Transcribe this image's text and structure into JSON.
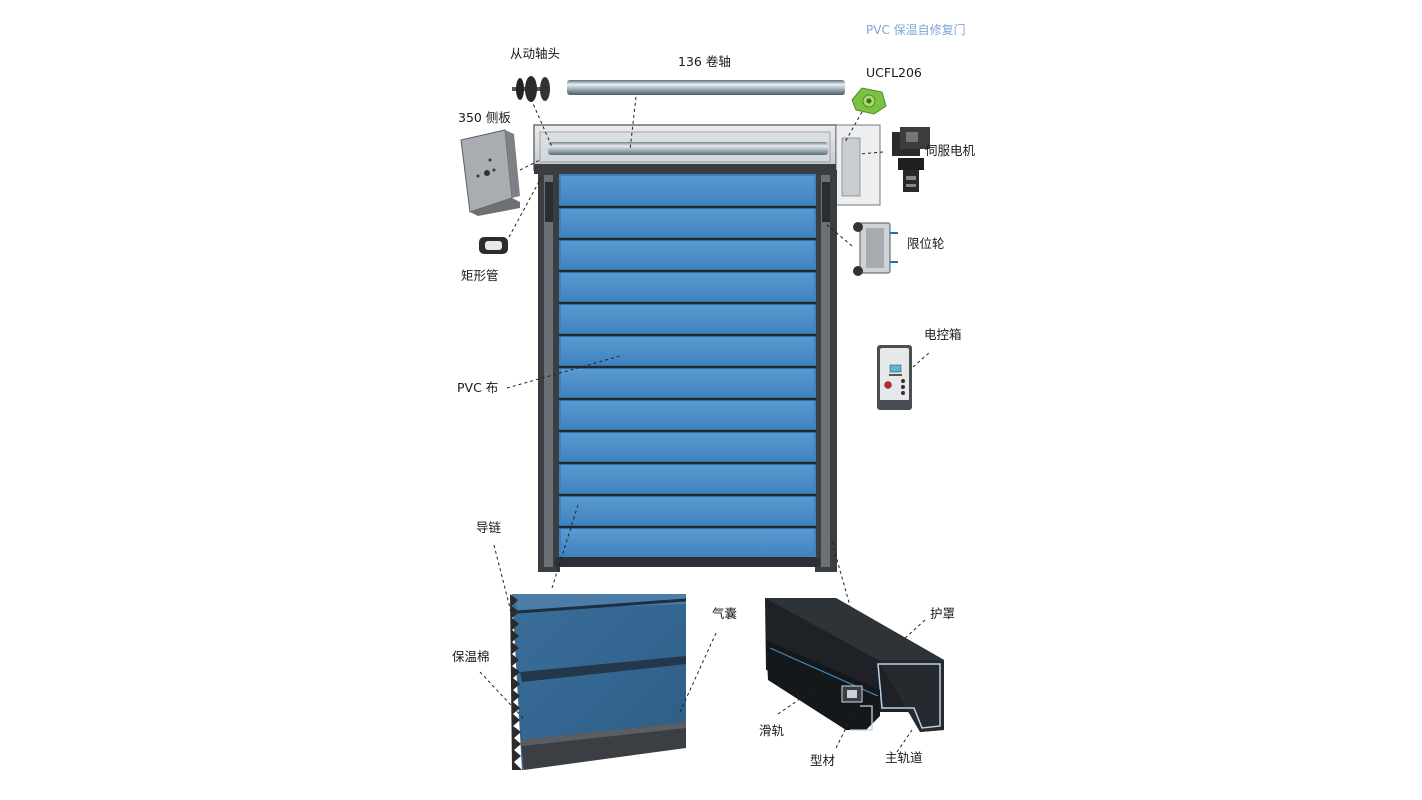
{
  "title": "PVC 保温自修复门",
  "labels": {
    "driven_shaft_head": "从动轴头",
    "roller_shaft": "136 卷轴",
    "bearing": "UCFL206",
    "side_plate": "350 侧板",
    "servo_motor": "伺服电机",
    "limit_wheel": "限位轮",
    "rect_tube": "矩形管",
    "control_box": "电控箱",
    "pvc_cloth": "PVC 布",
    "guide_chain": "导链",
    "airbag": "气囊",
    "cover": "护罩",
    "insulation_cotton": "保温棉",
    "slide_rail": "滑轨",
    "profile": "型材",
    "main_track": "主轨道"
  },
  "colors": {
    "title": "#7fa6d6",
    "curtain_blue": "#4a8cc6",
    "frame_dark": "#3a3d42",
    "bearing_green": "#7cc242"
  }
}
